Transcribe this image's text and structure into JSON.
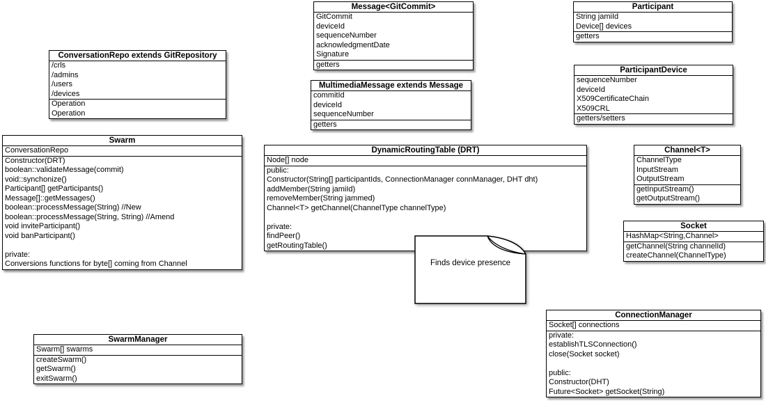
{
  "diagram": {
    "colors": {
      "box_fill": "#ffffff",
      "border": "#000000",
      "text": "#000000"
    },
    "classes": [
      {
        "name": "Message<GitCommit>",
        "title": "Message<GitCommit>",
        "attributes": [
          "GitCommit",
          "deviceId",
          "sequenceNumber",
          "acknowledgmentDate",
          "Signature"
        ],
        "methods": [
          "getters"
        ]
      },
      {
        "name": "Participant",
        "title": "Participant",
        "attributes": [
          "String jamiId",
          "Device[] devices"
        ],
        "methods": [
          "getters"
        ]
      },
      {
        "name": "ConversationRepo",
        "title": "ConversationRepo extends GitRepository",
        "attributes": [
          "/crls",
          "/admins",
          "/users",
          "/devices"
        ],
        "methods": [
          "Operation",
          "Operation"
        ]
      },
      {
        "name": "ParticipantDevice",
        "title": "ParticipantDevice",
        "attributes": [
          "sequenceNumber",
          "deviceId",
          "X509CertificateChain",
          "X509CRL"
        ],
        "methods": [
          "getters/setters"
        ]
      },
      {
        "name": "MultimediaMessage",
        "title": "MultimediaMessage extends Message",
        "attributes": [
          "commitId",
          "deviceId",
          "sequenceNumber"
        ],
        "methods": [
          "getters"
        ]
      },
      {
        "name": "Swarm",
        "title": "Swarm",
        "attributes": [
          "ConversationRepo"
        ],
        "methods": [
          "Constructor(DRT)",
          "boolean::validateMessage(commit)",
          "void::synchonize()",
          "Participant[] getParticipants()",
          "Message[]::getMessages()",
          "boolean::processMessage(String) //New",
          "boolean::processMessage(String, String) //Amend",
          "void inviteParticipant()",
          "void banParticipant()",
          "",
          "private:",
          "Conversions functions for byte[] coming from Channel"
        ]
      },
      {
        "name": "DynamicRoutingTable",
        "title": "DynamicRoutingTable (DRT)",
        "attributes": [
          "Node[] node"
        ],
        "methods": [
          "public:",
          "Constructor(String[] participantIds, ConnectionManager connManager, DHT dht)",
          "addMember(String jamiId)",
          "removeMember(String jammed)",
          "Channel<T> getChannel(ChannelType channelType)",
          "",
          "private:",
          "findPeer()",
          "getRoutingTable()"
        ]
      },
      {
        "name": "Channel<T>",
        "title": "Channel<T>",
        "attributes": [
          "ChannelType",
          "InputStream",
          "OutputStream"
        ],
        "methods": [
          "getInputStream()",
          "getOutputStream()"
        ]
      },
      {
        "name": "Socket",
        "title": "Socket",
        "attributes": [
          "HashMap<String,Channel>"
        ],
        "methods": [
          "getChannel(String channelId)",
          "createChannel(ChannelType)"
        ]
      },
      {
        "name": "ConnectionManager",
        "title": "ConnectionManager",
        "attributes": [
          "Socket[] connections"
        ],
        "methods": [
          "private:",
          "establishTLSConnection()",
          "close(Socket socket)",
          "",
          "public:",
          "Constructor(DHT)",
          "Future<Socket> getSocket(String)"
        ]
      },
      {
        "name": "SwarmManager",
        "title": "SwarmManager",
        "attributes": [
          "Swarm[] swarms"
        ],
        "methods": [
          "createSwarm()",
          "getSwarm()",
          "exitSwarm()"
        ]
      }
    ],
    "note": {
      "text": "Finds device presence"
    }
  }
}
